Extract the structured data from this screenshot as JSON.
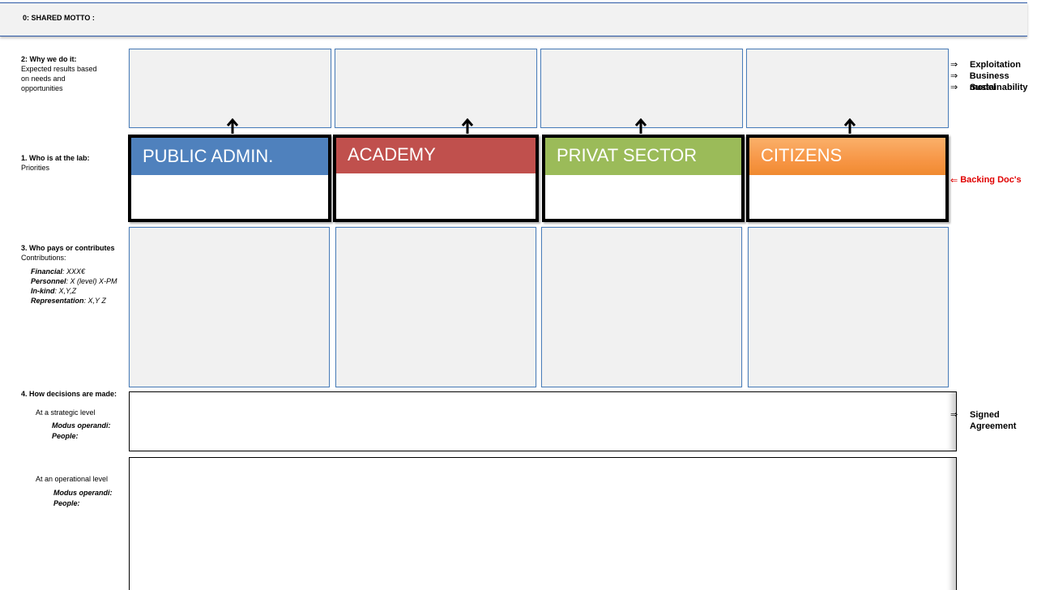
{
  "motto": {
    "label": "0: SHARED MOTTO :"
  },
  "why": {
    "title": "2: Why we do it:",
    "line1": "Expected results based",
    "line2": "on needs and",
    "line3": "opportunities"
  },
  "who": {
    "title": "1. Who is at the lab:",
    "subtitle": "Priorities"
  },
  "pays": {
    "title": "3. Who pays or contributes",
    "subtitle": "Contributions:",
    "items": [
      {
        "key": "Financial",
        "value": ": XXX€"
      },
      {
        "key": "Personnel",
        "value": ": X (level) X-PM"
      },
      {
        "key": "In-kind",
        "value": ": X,Y,Z"
      },
      {
        "key": "Representation",
        "value": ": X,Y Z"
      }
    ]
  },
  "decisions": {
    "title": "4. How decisions are made:",
    "strategic": {
      "label": "At a strategic level",
      "modus": "Modus operandi:",
      "people": "People:"
    },
    "operational": {
      "label": "At an operational level",
      "modus": "Modus operandi:",
      "people": "People:"
    }
  },
  "stakeholders": [
    {
      "name": "PUBLIC ADMIN.",
      "color": "#4f81bd"
    },
    {
      "name": "ACADEMY",
      "color": "#c0504d"
    },
    {
      "name": "PRIVAT SECTOR",
      "color": "#9bbb59"
    },
    {
      "name": "CITIZENS",
      "color": "#f79646"
    }
  ],
  "right_notes": {
    "arrow": "⇒",
    "back_arrow": "⇐",
    "items": [
      "Exploitation",
      "Business model",
      "Sustainability"
    ],
    "backing": "Backing Doc's",
    "signed": "Signed",
    "agreement": "Agreement"
  }
}
